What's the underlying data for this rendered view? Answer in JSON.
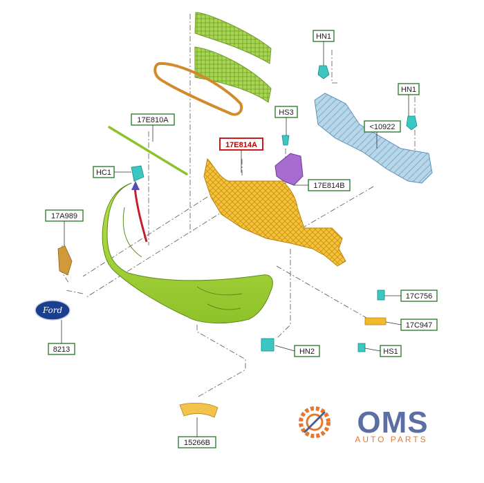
{
  "labels": {
    "hn1_top": "HN1",
    "hn1_right": "HN1",
    "hs3": "HS3",
    "part_17e814a": "17E814A",
    "part_17e814b": "17E814B",
    "part_10922": "<10922",
    "part_17e810a": "17E810A",
    "hc1": "HC1",
    "part_17a989": "17A989",
    "part_8213": "8213",
    "hn2": "HN2",
    "part_17c756": "17C756",
    "part_17c947": "17C947",
    "hs1": "HS1",
    "part_15266b": "15266B"
  },
  "logo": {
    "brand": "OMS",
    "tagline": "AUTO PARTS",
    "ford_badge": "Ford"
  },
  "colors": {
    "label_border": "#2f7d32",
    "highlight_border": "#d01818",
    "bumper": "#a6d23a",
    "grille": "#9fcf48",
    "absorber": "#f2b92a",
    "reinforcement": "#a8cde4",
    "clip": "#3cc7c4",
    "bracket": "#9a5bc0",
    "badge": "#1b3f8f",
    "logo_blue": "#5b6fa3",
    "logo_orange": "#e8772e"
  }
}
